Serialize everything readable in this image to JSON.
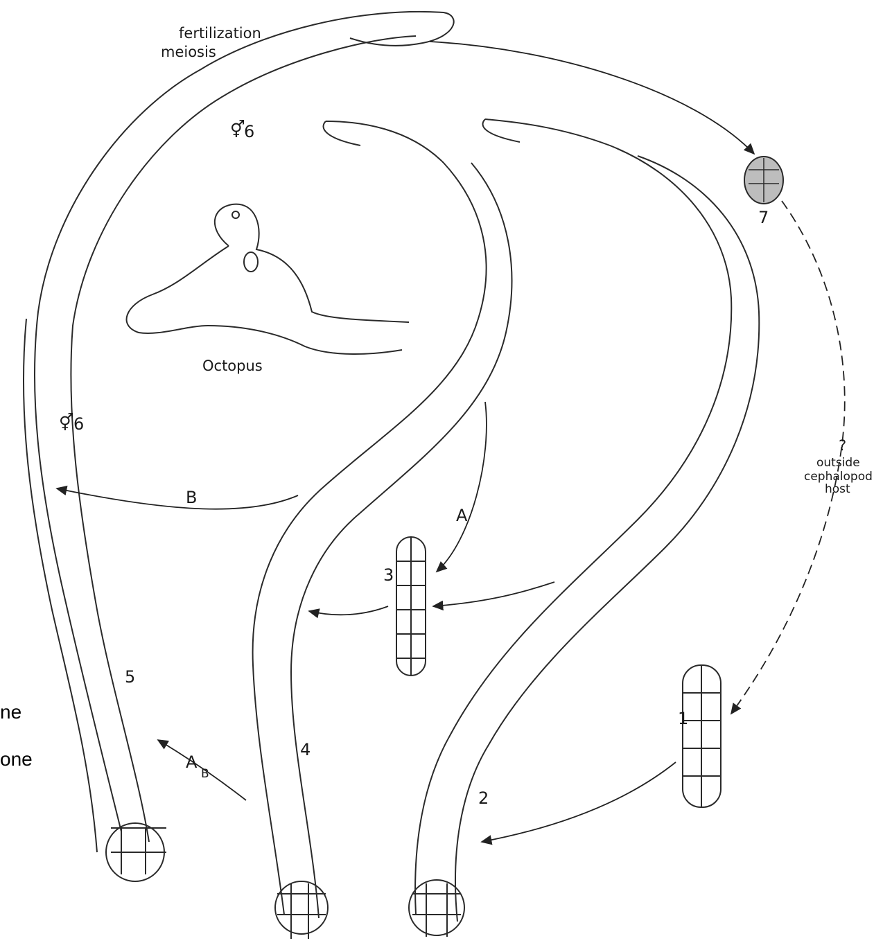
{
  "labels": {
    "fertilization": "fertilization",
    "meiosis": "meiosis",
    "octopus": "Octopus",
    "stage_1": "1",
    "stage_2": "2",
    "stage_3": "3",
    "stage_4": "4",
    "stage_5": "5",
    "stage_6a": "6",
    "stage_6b": "6",
    "stage_7": "7",
    "path_a": "A",
    "path_b": "B",
    "path_ab_main": "A",
    "path_ab_sub": "B",
    "question": "?",
    "outside_1": "outside",
    "outside_2": "cephalopod",
    "outside_3": "host"
  },
  "side_text": {
    "line1": "ne",
    "line2": "one"
  },
  "symbols": {
    "hermaphrodite": "⚥"
  }
}
